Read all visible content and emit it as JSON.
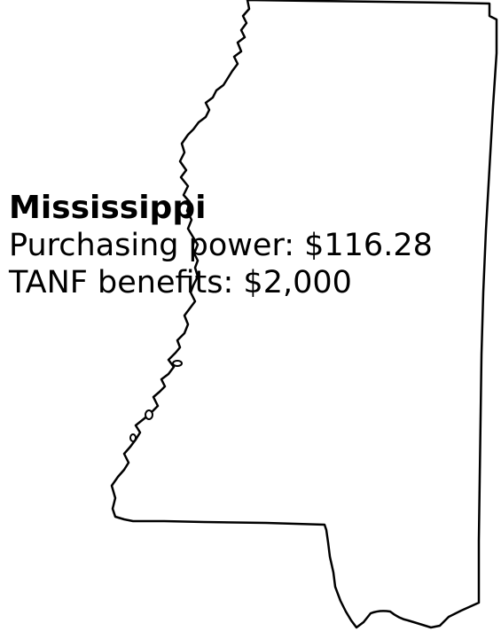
{
  "map": {
    "state": "Mississippi",
    "stats": [
      {
        "label": "Purchasing power",
        "value": "$116.28"
      },
      {
        "label": "TANF benefits",
        "value": "$2,000"
      }
    ],
    "lines": {
      "purchasing_power": "Purchasing power: $116.28",
      "tanf_benefits": "TANF benefits: $2,000"
    },
    "outline_color": "#000000",
    "fill_color": "#ffffff"
  }
}
